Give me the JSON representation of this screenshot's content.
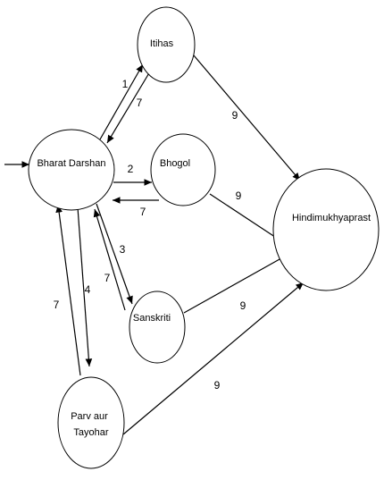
{
  "diagram": {
    "nodes": {
      "bharat_darshan": "Bharat Darshan",
      "itihas": "Itihas",
      "bhogol": "Bhogol",
      "sanskriti": "Sanskriti",
      "parv_aur_tayohar_line1": "Parv aur",
      "parv_aur_tayohar_line2": "Tayohar",
      "hindimukhyaprast": "Hindimukhyaprast"
    },
    "edge_weights": {
      "bd_to_itihas": "1",
      "itihas_to_bd": "7",
      "bd_to_bhogol": "2",
      "bhogol_to_bd": "7",
      "bd_to_sanskriti": "3",
      "sanskriti_to_bd": "7",
      "bd_to_parv": "4",
      "parv_to_bd": "7",
      "itihas_to_hindi": "9",
      "bhogol_to_hindi": "9",
      "sanskriti_to_hindi": "9",
      "parv_to_hindi": "9"
    },
    "colors": {
      "stroke": "#000000",
      "background": "#ffffff"
    }
  }
}
